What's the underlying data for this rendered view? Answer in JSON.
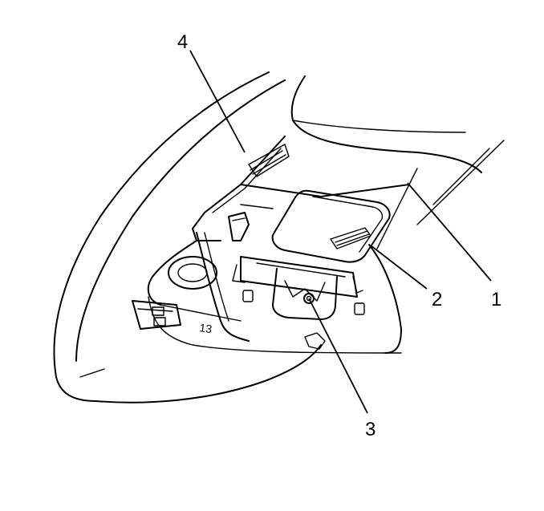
{
  "diagram": {
    "callouts": [
      {
        "id": "1",
        "label": "1"
      },
      {
        "id": "2",
        "label": "2"
      },
      {
        "id": "3",
        "label": "3"
      },
      {
        "id": "4",
        "label": "4"
      }
    ],
    "panel_markings": {
      "button_text": "13"
    }
  }
}
